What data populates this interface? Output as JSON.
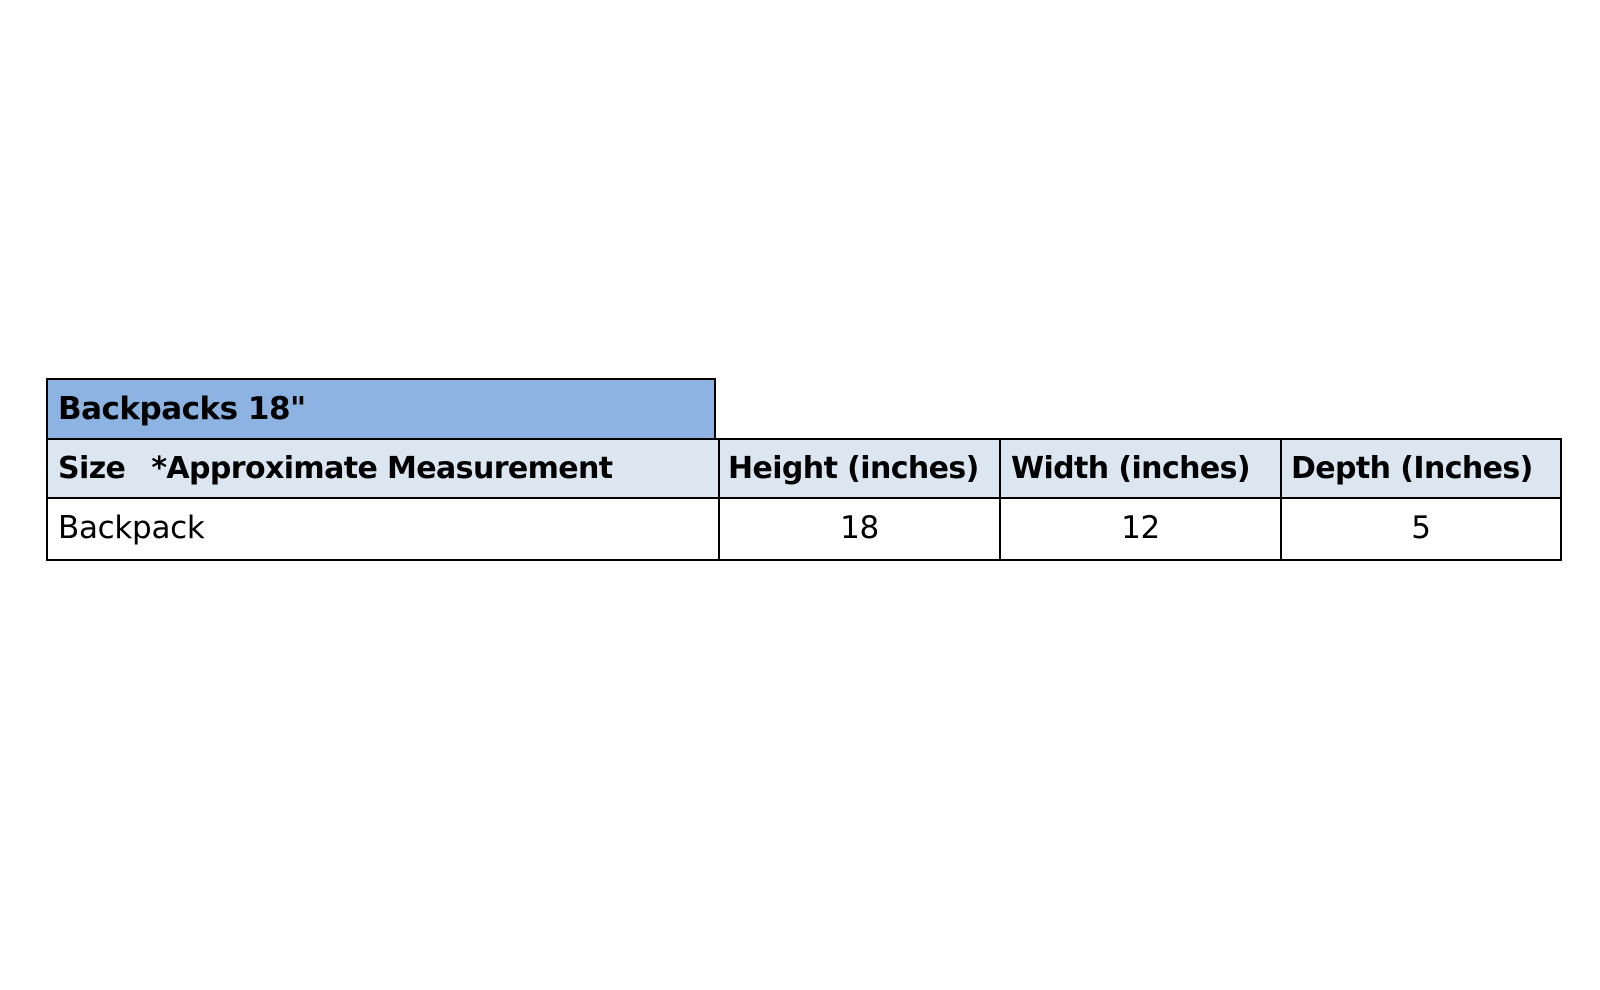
{
  "table": {
    "title": "Backpacks 18\"",
    "header": {
      "size_label": "Size",
      "note_label": "*Approximate Measurement",
      "height_label": "Height (inches)",
      "width_label": "Width (inches)",
      "depth_label": "Depth (Inches)"
    },
    "rows": [
      {
        "size": "Backpack",
        "height": "18",
        "width": "12",
        "depth": "5"
      }
    ]
  },
  "colors": {
    "title_fill": "#8db3e2",
    "header_fill": "#dce6f1",
    "border": "#000000"
  }
}
